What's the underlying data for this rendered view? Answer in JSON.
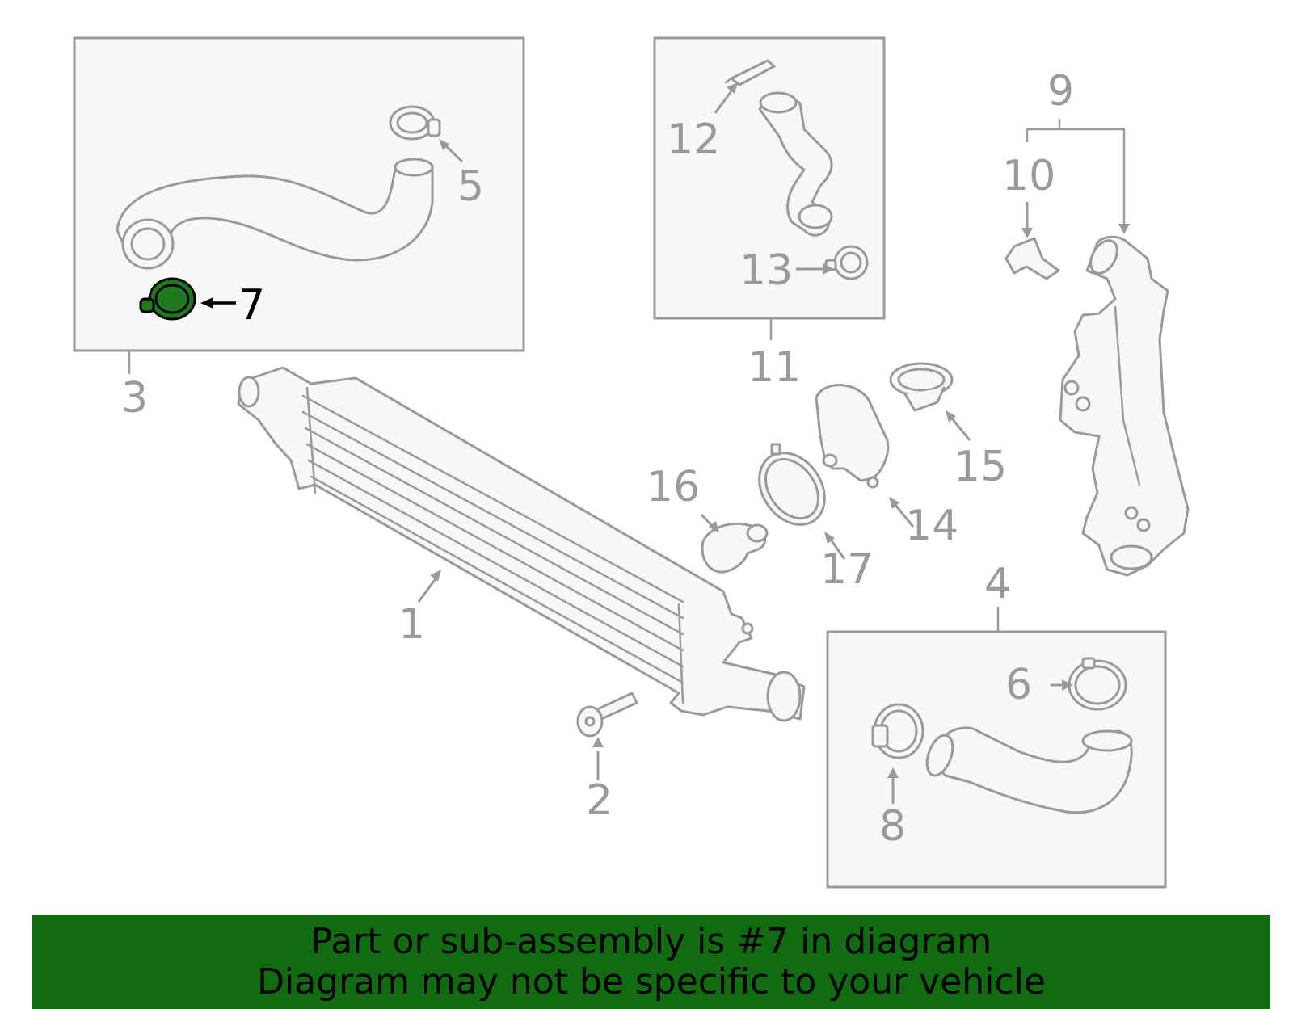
{
  "labels": {
    "p1": "1",
    "p2": "2",
    "p3": "3",
    "p4": "4",
    "p5": "5",
    "p6": "6",
    "p7": "7",
    "p8": "8",
    "p9": "9",
    "p10": "10",
    "p11": "11",
    "p12": "12",
    "p13": "13",
    "p14": "14",
    "p15": "15",
    "p16": "16",
    "p17": "17"
  },
  "highlight": {
    "part": "7",
    "color": "#1f7a1f"
  },
  "banner": {
    "line1": "Part or sub-assembly is #7 in diagram",
    "line2": "Diagram may not be specific to your vehicle",
    "background": "#116b11"
  }
}
